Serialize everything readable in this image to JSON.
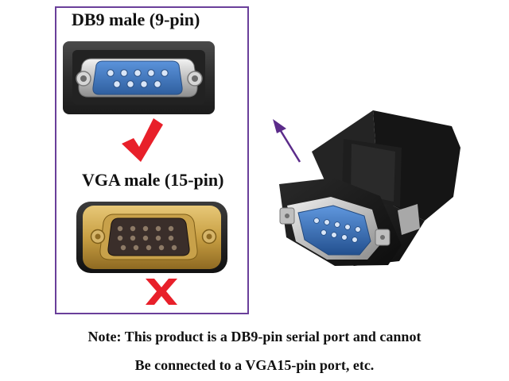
{
  "labels": {
    "db9": "DB9 male (9-pin)",
    "vga": "VGA male (15-pin)"
  },
  "note": {
    "line1": "Note: This product is a DB9-pin serial port and cannot",
    "line2": "Be connected to a VGA15-pin port, etc."
  },
  "marks": {
    "db9_status_icon": "red-check-mark-icon",
    "vga_status_icon": "red-x-mark-icon",
    "direction_icon": "purple-arrow-icon"
  },
  "colors": {
    "frame": "#6a3f9a",
    "check": "#e8202a",
    "cross": "#e8202a",
    "arrow": "#5b2b8a",
    "db9_insert": "#3d78c4",
    "vga_insert": "#3a2e2a",
    "vga_shell": "#c8a14a"
  }
}
